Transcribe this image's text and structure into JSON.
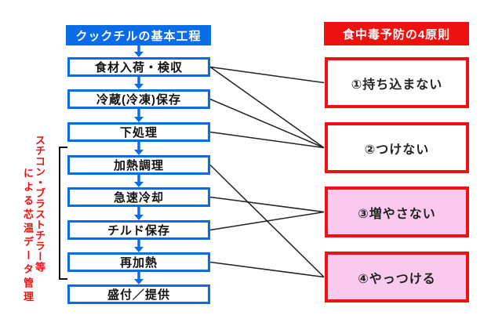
{
  "left": {
    "header": "クックチルの基本工程"
  },
  "right": {
    "header": "食中毒予防の4原則"
  },
  "flow": {
    "steps": [
      {
        "label": "食材入荷・検収"
      },
      {
        "label": "冷蔵(冷凍)保存"
      },
      {
        "label": "下処理"
      },
      {
        "label": "加熱調理"
      },
      {
        "label": "急速冷却"
      },
      {
        "label": "チルド保存"
      },
      {
        "label": "再加熱"
      },
      {
        "label": "盛付／提供"
      }
    ]
  },
  "principles": {
    "items": [
      {
        "label": "①持ち込まない",
        "highlighted": false
      },
      {
        "label": "②つけない",
        "highlighted": false
      },
      {
        "label": "③増やさない",
        "highlighted": true
      },
      {
        "label": "④やっつける",
        "highlighted": true
      }
    ]
  },
  "side_note": {
    "line1": "スチコン・ブラストチラー等",
    "line2": "による芯温データ管理"
  },
  "connections": [
    {
      "from_step": 0,
      "to_principle": 0
    },
    {
      "from_step": 0,
      "to_principle": 1
    },
    {
      "from_step": 1,
      "to_principle": 1
    },
    {
      "from_step": 2,
      "to_principle": 1
    },
    {
      "from_step": 3,
      "to_principle": 3
    },
    {
      "from_step": 4,
      "to_principle": 2
    },
    {
      "from_step": 5,
      "to_principle": 2
    },
    {
      "from_step": 6,
      "to_principle": 3
    }
  ],
  "colors": {
    "blue": "#0a6ce6",
    "red": "#ee1111",
    "pink": "#f9c9ee",
    "line": "#222222"
  }
}
